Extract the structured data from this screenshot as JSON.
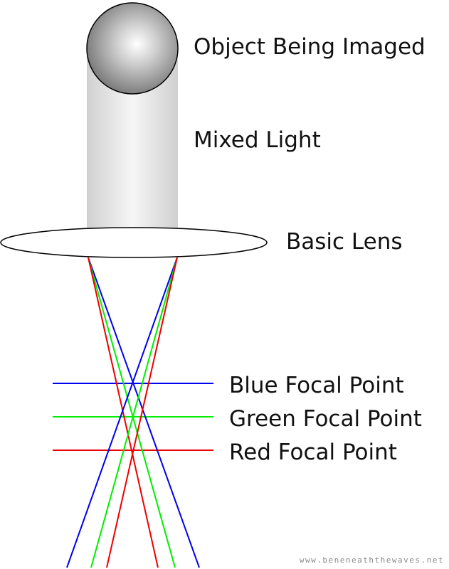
{
  "labels": {
    "object": "Object Being Imaged",
    "mixed_light": "Mixed Light",
    "lens": "Basic Lens",
    "blue_focal": "Blue Focal Point",
    "green_focal": "Green Focal Point",
    "red_focal": "Red Focal Point"
  },
  "watermark": "www.beneneaththewaves.net",
  "colors": {
    "blue": "#0000ee",
    "green": "#00ee00",
    "red": "#ee0000",
    "outline": "#000000"
  }
}
